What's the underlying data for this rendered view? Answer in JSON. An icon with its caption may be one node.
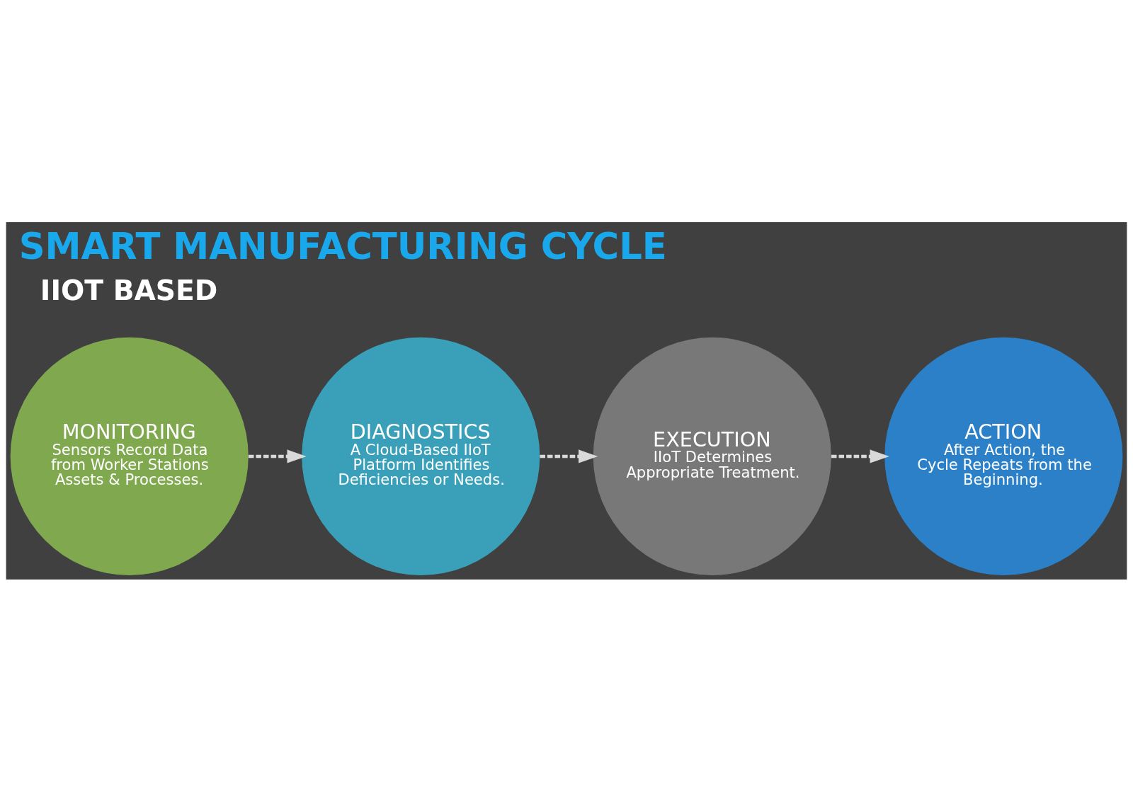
{
  "diagram": {
    "title": "SMART MANUFACTURING CYCLE",
    "nodes": [
      {
        "text": [
          "MONITORING",
          "Sensors Record Data from Worker Stations Assets & Processes."
        ]
      },
      {
        "text": [
          "DIAGNOSTICS",
          "A Cloud-Based IIoT Platform Identifies Deficiencies or Needs."
        ]
      },
      {
        "text": [
          "EXECUTION",
          "IIoT Determines Appropriate Treatment."
        ]
      },
      {
        "text": [
          "ACTION",
          "After Action, the Cycle Repeats from the Beginning."
        ]
      }
    ],
    "edges": [
      {
        "from": 0,
        "to": 1,
        "arrow": "to",
        "style": "dashed"
      },
      {
        "from": 1,
        "to": 2,
        "arrow": "to",
        "style": "dashed"
      },
      {
        "from": 2,
        "to": 3,
        "arrow": "to",
        "style": "dashed"
      }
    ],
    "labels": [
      "IIOT BASED"
    ]
  }
}
